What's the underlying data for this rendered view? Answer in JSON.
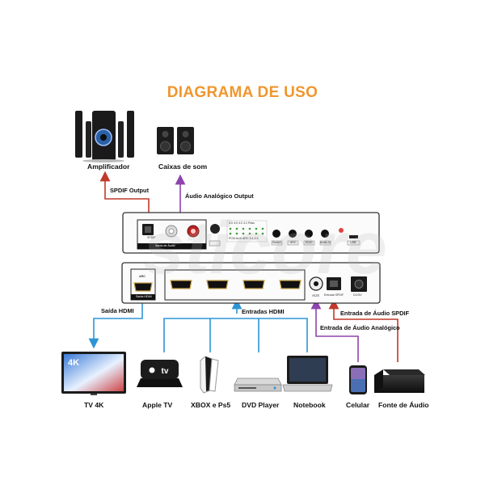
{
  "title": "DIAGRAMA DE USO",
  "watermark": "sticore",
  "colors": {
    "title": "#f0962e",
    "spdif": "#c0392b",
    "analog": "#8e44ad",
    "hdmi": "#2d95d6"
  },
  "devices_top": {
    "amplificador": "Amplificador",
    "caixas": "Caixas de som"
  },
  "connections": {
    "spdif_output": "SPDIF Output",
    "analog_output": "Áudio Analógico Output",
    "saida_hdmi": "Saída HDMI",
    "entradas_hdmi": "Entradas HDMI",
    "entrada_spdif": "Entrada de Áudio SPDIF",
    "entrada_analogica": "Entrada de Áudio Analógico"
  },
  "front_panel": {
    "spdif_port": "SPDIF",
    "saida_audio": "Saída de Áudio",
    "matrix_rows": [
      "4:0  4:0  4:2  4:1  Pass",
      "PCM AUX  ARC  3:1  2:3"
    ],
    "buttons": [
      "Switch",
      "ARC",
      "EDID",
      "Audio In"
    ],
    "led_label": "",
    "usb": "USB"
  },
  "back_panel": {
    "arc_label": "ARC",
    "saida_hdmi_port": "Saída HDMI",
    "aux": "AUX",
    "entrada_spdif_port": "Entrada SPDIF",
    "dc": "DC/5V"
  },
  "devices_bottom": {
    "tv": "TV 4K",
    "tv_screen": "4K",
    "apple_tv": "Apple TV",
    "apple_tv_logo": "tv",
    "xbox": "XBOX e Ps5",
    "dvd": "DVD Player",
    "notebook": "Notebook",
    "celular": "Celular",
    "fonte": "Fonte de Áudio"
  }
}
